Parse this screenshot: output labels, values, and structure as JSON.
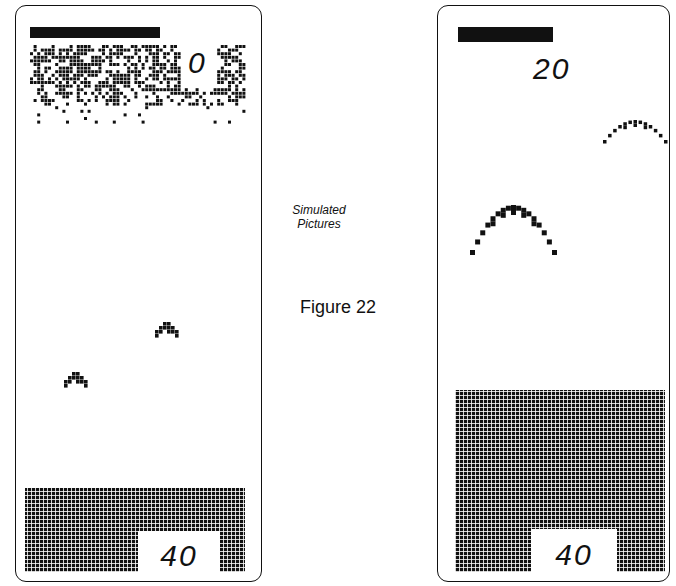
{
  "diagram": {
    "nodes": [
      {
        "text": [
          "0"
        ]
      },
      {
        "text": [
          "40"
        ],
        "in": 0
      },
      {
        "text": [
          "20"
        ]
      },
      {
        "text": [
          "40"
        ],
        "in": 2
      }
    ],
    "labels": [
      "Simulated Pictures",
      "Figure 22"
    ]
  }
}
